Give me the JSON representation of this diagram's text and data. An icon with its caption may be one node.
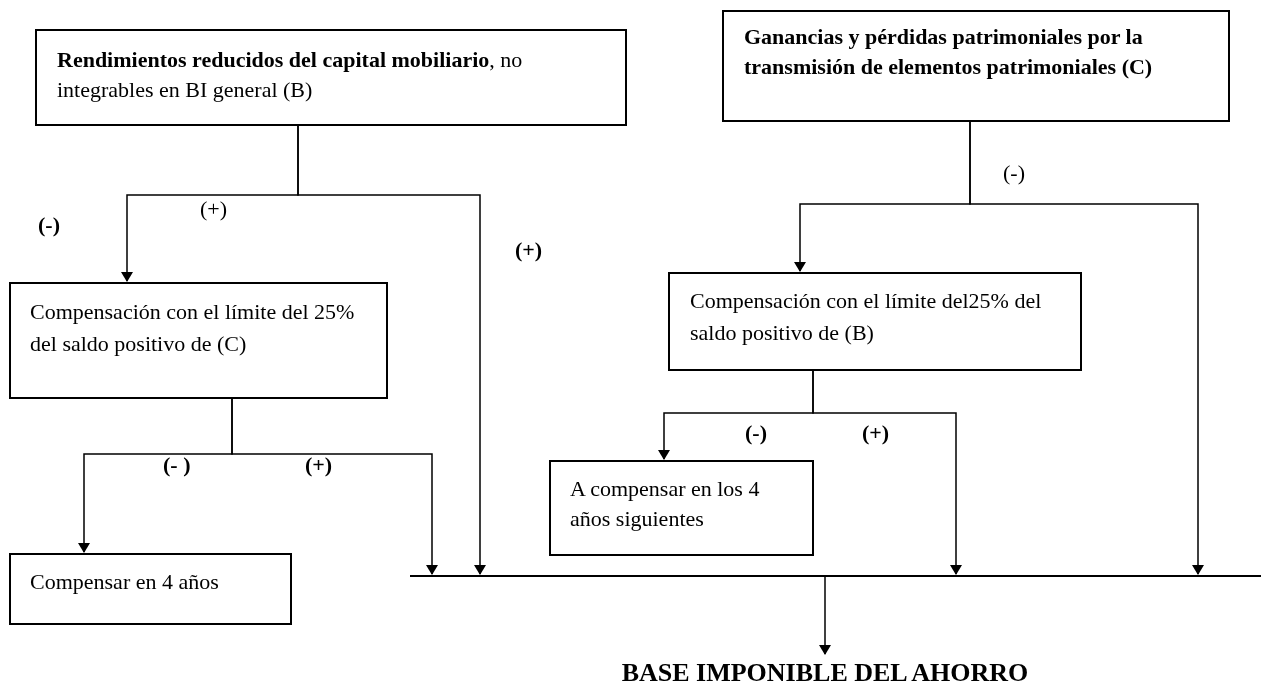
{
  "diagram": {
    "nodes": [
      {
        "text": [
          "**Rendimientos reducidos del capital mobiliario**, no integrables en BI general (B)"
        ]
      },
      {
        "text": [
          "Ganancias y pérdidas patrimoniales por la transmisión de elementos patrimoniales (C)"
        ]
      },
      {
        "text": [
          "Compensación con el límite del 25% del saldo positivo de (C)"
        ]
      },
      {
        "text": [
          "Compensación con el límite del25% del saldo positivo de (B)"
        ]
      },
      {
        "text": [
          "A compensar en los 4 años siguientes"
        ]
      },
      {
        "text": [
          "Compensar en 4 años"
        ]
      },
      {
        "text": [],
        "shape": "bar"
      },
      {
        "text": [
          "BASE IMPONIBLE DEL AHORRO"
        ]
      }
    ],
    "edges": [
      {
        "from": 0,
        "to": 2,
        "arrow": "to"
      },
      {
        "from": 0,
        "to": 6,
        "arrow": "to"
      },
      {
        "from": 2,
        "to": 5,
        "arrow": "to"
      },
      {
        "from": 2,
        "to": 6,
        "arrow": "to"
      },
      {
        "from": 1,
        "to": 3,
        "arrow": "to"
      },
      {
        "from": 1,
        "to": 6,
        "arrow": "to"
      },
      {
        "from": 3,
        "to": 4,
        "arrow": "to"
      },
      {
        "from": 3,
        "to": 6,
        "arrow": "to"
      },
      {
        "from": 6,
        "to": 7,
        "arrow": "to"
      }
    ],
    "labels": [
      "(-)",
      "(+)",
      "(-)",
      "(+)",
      "(-)",
      "(+)",
      "(- )",
      "(+)"
    ]
  }
}
